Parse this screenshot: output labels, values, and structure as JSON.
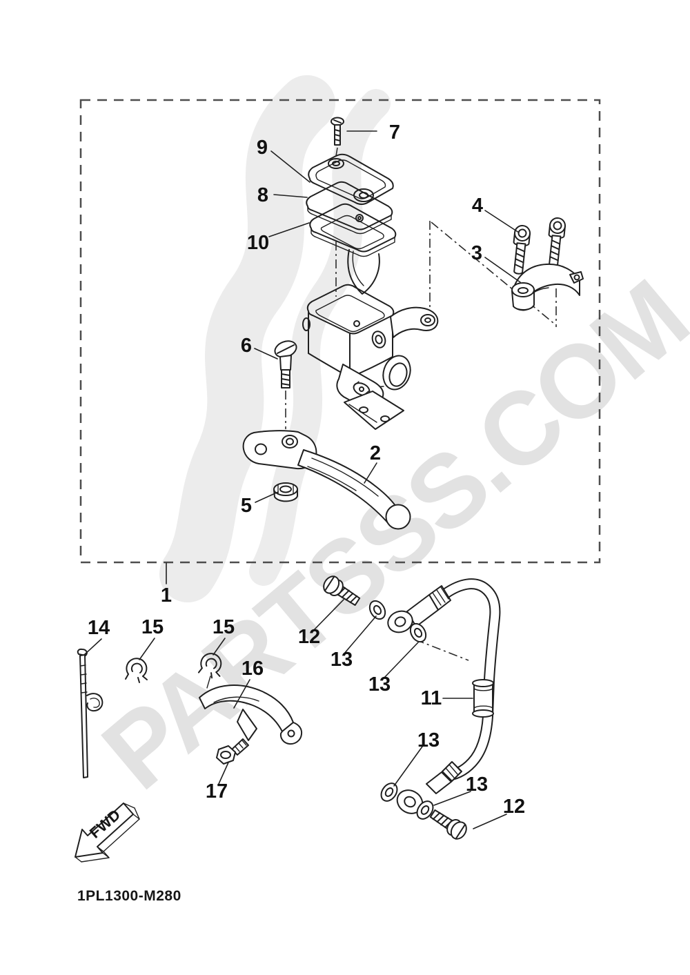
{
  "watermark": {
    "text": "PARTSSS.COM",
    "text_color": "#e2e2e2",
    "flame_color": "#ececec"
  },
  "colors": {
    "line": "#1f1f1f",
    "border": "#4d4d4d",
    "label": "#111111"
  },
  "footer": {
    "code": "1PL1300-M280"
  },
  "fwd": {
    "label": "FWD"
  },
  "callouts": [
    {
      "label": "7"
    },
    {
      "label": "9"
    },
    {
      "label": "8"
    },
    {
      "label": "10"
    },
    {
      "label": "4"
    },
    {
      "label": "3"
    },
    {
      "label": "6"
    },
    {
      "label": "2"
    },
    {
      "label": "5"
    },
    {
      "label": "1"
    },
    {
      "label": "14"
    },
    {
      "label": "15"
    },
    {
      "label": "15"
    },
    {
      "label": "16"
    },
    {
      "label": "17"
    },
    {
      "label": "12"
    },
    {
      "label": "13"
    },
    {
      "label": "13"
    },
    {
      "label": "11"
    },
    {
      "label": "13"
    },
    {
      "label": "13"
    },
    {
      "label": "12"
    }
  ]
}
